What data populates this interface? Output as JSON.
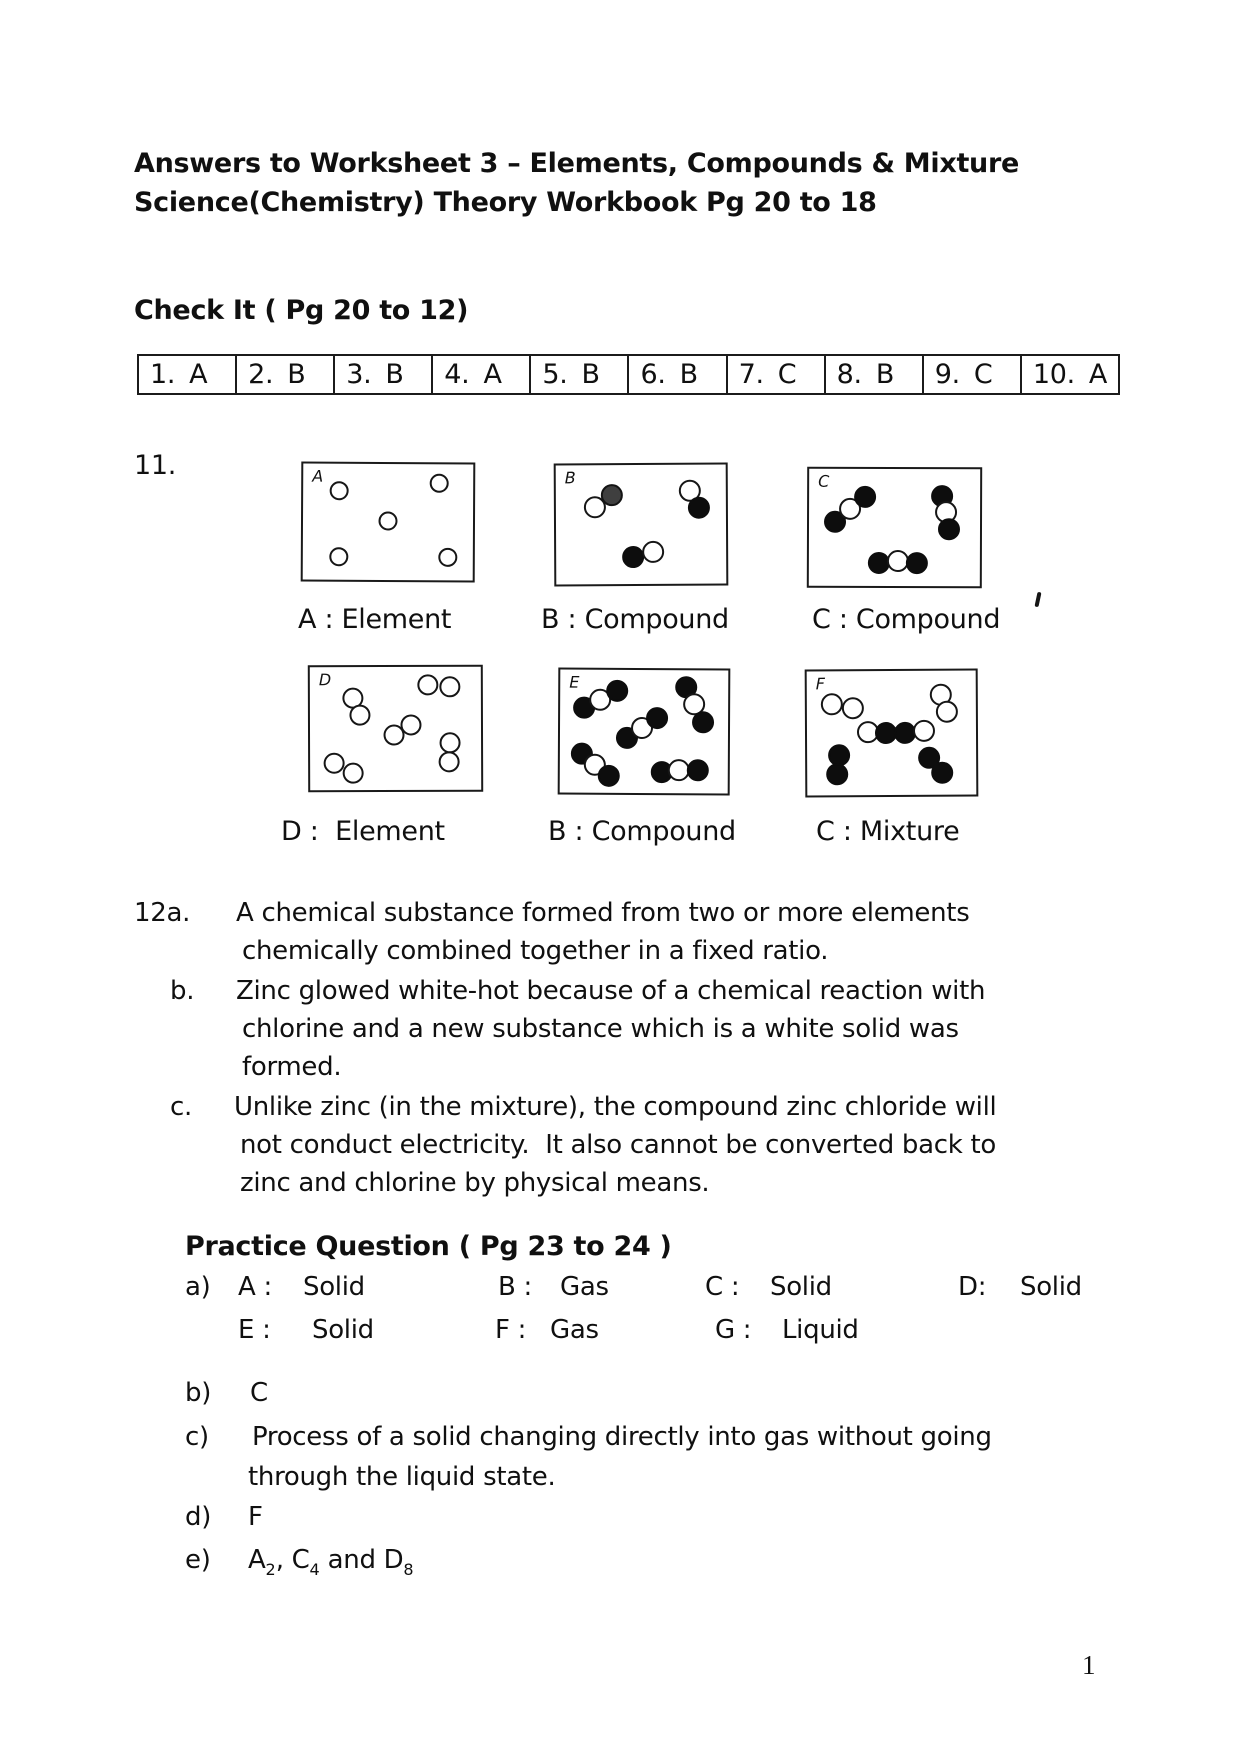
{
  "page": {
    "title_line1": "Answers to Worksheet 3 – Elements, Compounds & Mixture",
    "title_line2": "Science(Chemistry) Theory Workbook Pg 20 to 18",
    "section1_heading": "Check It ( Pg 20 to 12)",
    "page_number": "1"
  },
  "answer_table": {
    "cells": [
      {
        "no": "1.",
        "ans": "A"
      },
      {
        "no": "2.",
        "ans": "B"
      },
      {
        "no": "3.",
        "ans": "B"
      },
      {
        "no": "4.",
        "ans": "A"
      },
      {
        "no": "5.",
        "ans": "B"
      },
      {
        "no": "6.",
        "ans": "B"
      },
      {
        "no": "7.",
        "ans": "C"
      },
      {
        "no": "8.",
        "ans": "B"
      },
      {
        "no": "9.",
        "ans": "C"
      },
      {
        "no": "10.",
        "ans": "A"
      }
    ]
  },
  "question11": {
    "number": "11.",
    "boxes": [
      {
        "letter": "A",
        "caption": "A : Element",
        "dot": 19,
        "particles": [
          [
            21,
            23,
            "w"
          ],
          [
            80,
            16,
            "w"
          ],
          [
            50,
            49,
            "w"
          ],
          [
            21,
            80,
            "w"
          ],
          [
            85,
            80,
            "w"
          ]
        ]
      },
      {
        "letter": "B",
        "caption": "B : Compound",
        "dot": 22,
        "particles": [
          [
            23,
            35,
            "w"
          ],
          [
            33,
            25,
            "g"
          ],
          [
            79,
            22,
            "w"
          ],
          [
            84,
            36,
            "b"
          ],
          [
            45,
            77,
            "b"
          ],
          [
            57,
            73,
            "w"
          ]
        ]
      },
      {
        "letter": "C",
        "caption": "C : Compound",
        "dot": 22,
        "particles": [
          [
            15,
            45,
            "b"
          ],
          [
            24,
            34,
            "w"
          ],
          [
            33,
            24,
            "b"
          ],
          [
            78,
            23,
            "b"
          ],
          [
            80,
            37,
            "w"
          ],
          [
            82,
            51,
            "b"
          ],
          [
            41,
            80,
            "b"
          ],
          [
            52,
            79,
            "w"
          ],
          [
            63,
            80,
            "b"
          ]
        ]
      },
      {
        "letter": "D",
        "caption": "D :  Element",
        "dot": 21,
        "particles": [
          [
            25,
            25,
            "w"
          ],
          [
            29,
            39,
            "w"
          ],
          [
            69,
            15,
            "w"
          ],
          [
            82,
            16,
            "w"
          ],
          [
            49,
            55,
            "w"
          ],
          [
            59,
            47,
            "w"
          ],
          [
            14,
            78,
            "w"
          ],
          [
            25,
            86,
            "w"
          ],
          [
            82,
            62,
            "w"
          ],
          [
            81,
            77,
            "w"
          ]
        ]
      },
      {
        "letter": "E",
        "caption": "B : Compound",
        "dot": 22,
        "particles": [
          [
            14,
            31,
            "b"
          ],
          [
            24,
            24,
            "w"
          ],
          [
            34,
            17,
            "b"
          ],
          [
            75,
            14,
            "b"
          ],
          [
            80,
            28,
            "w"
          ],
          [
            85,
            42,
            "b"
          ],
          [
            40,
            55,
            "b"
          ],
          [
            49,
            47,
            "w"
          ],
          [
            58,
            39,
            "b"
          ],
          [
            13,
            68,
            "b"
          ],
          [
            21,
            77,
            "w"
          ],
          [
            29,
            86,
            "b"
          ],
          [
            61,
            83,
            "b"
          ],
          [
            71,
            81,
            "w"
          ],
          [
            82,
            81,
            "b"
          ]
        ]
      },
      {
        "letter": "F",
        "caption": "C : Mixture",
        "dot": 22,
        "particles": [
          [
            15,
            27,
            "w"
          ],
          [
            27,
            30,
            "w"
          ],
          [
            79,
            19,
            "w"
          ],
          [
            83,
            33,
            "w"
          ],
          [
            36,
            49,
            "w"
          ],
          [
            47,
            50,
            "b"
          ],
          [
            58,
            50,
            "b"
          ],
          [
            69,
            48,
            "w"
          ],
          [
            19,
            68,
            "b"
          ],
          [
            18,
            83,
            "b"
          ],
          [
            72,
            70,
            "b"
          ],
          [
            80,
            82,
            "b"
          ]
        ]
      }
    ]
  },
  "question12": {
    "items": [
      {
        "marker": "12a.",
        "lines": [
          "A chemical substance formed from two or more elements",
          "chemically combined together in a fixed ratio."
        ]
      },
      {
        "marker": "b.",
        "lines": [
          "Zinc glowed white-hot because of a chemical reaction with",
          "chlorine and a new substance which is a white solid was",
          "formed."
        ]
      },
      {
        "marker": "c.",
        "lines": [
          "Unlike zinc (in the mixture), the compound zinc chloride will",
          "not conduct electricity.  It also cannot be converted back to",
          "zinc and chlorine by physical means."
        ]
      }
    ]
  },
  "practice": {
    "heading": "Practice Question ( Pg 23 to 24 )",
    "item_a": {
      "marker": "a)",
      "line1": [
        {
          "key": "A :",
          "val": "Solid"
        },
        {
          "key": "B :",
          "val": "Gas"
        },
        {
          "key": "C :",
          "val": "Solid"
        },
        {
          "key": "D:",
          "val": "Solid"
        }
      ],
      "line2": [
        {
          "key": "E :",
          "val": "Solid"
        },
        {
          "key": "F :",
          "val": "Gas"
        },
        {
          "key": "G :",
          "val": "Liquid"
        }
      ]
    },
    "item_b": {
      "marker": "b)",
      "text": "C"
    },
    "item_c": {
      "marker": "c)",
      "lines": [
        " Process of a solid changing directly into gas without going",
        "through the liquid state."
      ]
    },
    "item_d": {
      "marker": "d)",
      "text": "F"
    },
    "item_e": {
      "marker": "e)",
      "parts": [
        {
          "t": "A",
          "sub": "2"
        },
        {
          "t": ", C",
          "sub": "4"
        },
        {
          "t": " and D",
          "sub": "8"
        }
      ]
    }
  }
}
